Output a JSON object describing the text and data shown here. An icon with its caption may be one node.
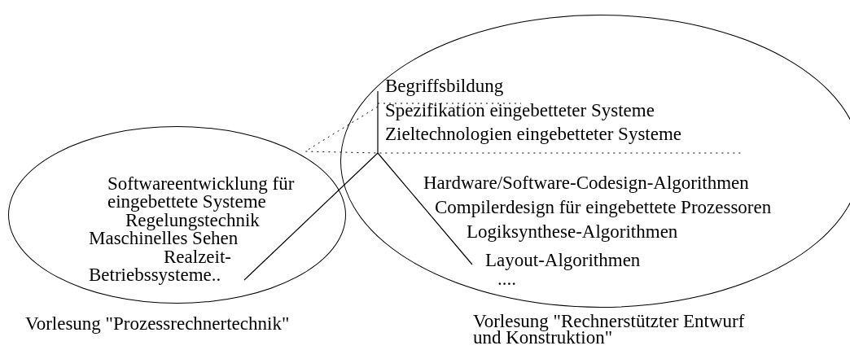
{
  "diagram": {
    "nodes": [
      {
        "text": [
          "Vorlesung \"Prozessrechnertechnik\""
        ]
      },
      {
        "text": [
          "Softwareentwicklung für eingebettete Systeme",
          "Regelungstechnik",
          "Maschinelles Sehen",
          "Realzeit- Betriebssysteme.."
        ],
        "in": 0
      },
      {
        "text": [
          "Vorlesung \"Rechnerstützter Entwurf und Konstruktion\""
        ]
      },
      {
        "text": [
          "Begriffsbildung",
          "Spezifikation eingebetteter Systeme",
          "Zieltechnologien eingebetteter Systeme"
        ],
        "in": 2
      },
      {
        "text": [
          "Hardware/Software-Codesign-Algorithmen",
          "Compilerdesign für eingebettete Prozessoren",
          "Logiksynthese-Algorithmen",
          "Layout-Algorithmen",
          "...."
        ],
        "in": 2
      }
    ],
    "edges": [
      {
        "from": 3,
        "to": 1,
        "arrow": "none"
      },
      {
        "from": 3,
        "to": 4,
        "arrow": "none"
      }
    ]
  }
}
